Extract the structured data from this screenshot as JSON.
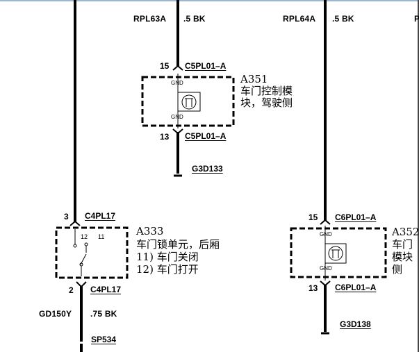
{
  "wires": {
    "rpl63a": {
      "circuit": "RPL63A",
      "gauge_color": ".5 BK"
    },
    "rpl64a": {
      "circuit": "RPL64A",
      "gauge_color": ".5 BK"
    },
    "gd150y": {
      "circuit": "GD150Y",
      "gauge_color": ".75 BK"
    },
    "right_edge_label": "P"
  },
  "modules": {
    "a351": {
      "ref": "A351",
      "name_line1": "车门控制模",
      "name_line2": "块，驾驶侧",
      "top_pin": "15",
      "top_connector": "C5PL01–A",
      "bottom_pin": "13",
      "bottom_connector": "C5PL01–A",
      "gnd_top": "GND",
      "gnd_bottom": "GND",
      "ground": "G3D133"
    },
    "a352": {
      "ref": "A352",
      "name_line1": "车门",
      "name_line2": "模块",
      "name_line3": "侧",
      "top_pin": "15",
      "top_connector": "C6PL01–A",
      "bottom_pin": "13",
      "bottom_connector": "C6PL01–A",
      "gnd_top": "GND",
      "gnd_bottom": "GND",
      "ground": "G3D138"
    },
    "a333": {
      "ref": "A333",
      "name": "车门锁单元，后厢",
      "state_closed": "11)  车门关闭",
      "state_open": "12)  车门打开",
      "top_pin": "3",
      "top_connector": "C4PL17",
      "bottom_pin": "2",
      "bottom_connector": "C4PL17",
      "switch_contact_a": "12",
      "switch_contact_b": "11"
    }
  },
  "splice": "SP534"
}
